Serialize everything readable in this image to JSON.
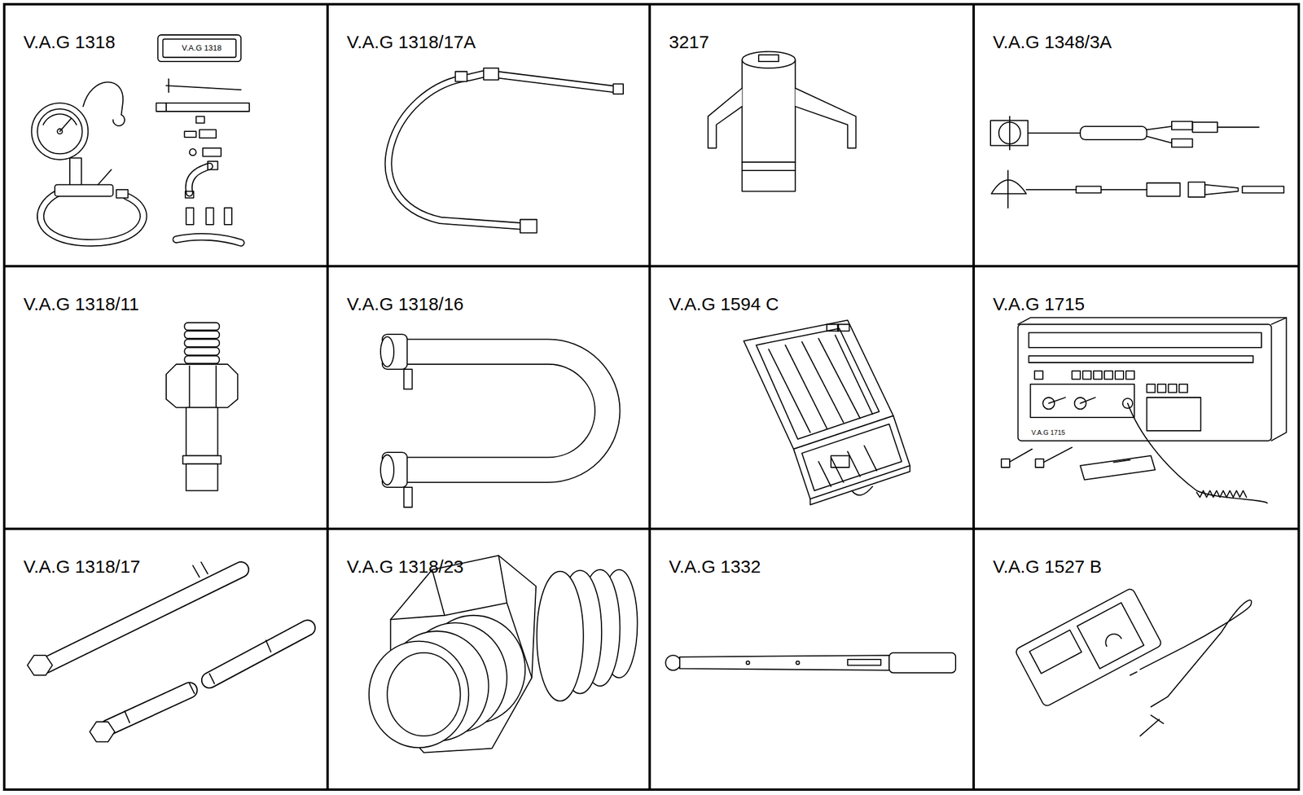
{
  "diagram": {
    "nodes": [
      {
        "text": [
          "V.A.G 1318"
        ]
      },
      {
        "text": [
          "V.A.G 1318/17A"
        ]
      },
      {
        "text": [
          "3217"
        ]
      },
      {
        "text": [
          "V.A.G 1348/3A"
        ]
      },
      {
        "text": [
          "V.A.G 1318/11"
        ]
      },
      {
        "text": [
          "V.A.G 1318/16"
        ]
      },
      {
        "text": [
          "V.A.G 1594 C"
        ]
      },
      {
        "text": [
          "V.A.G 1715"
        ]
      },
      {
        "text": [
          "V.A.G 1318/17"
        ]
      },
      {
        "text": [
          "V.A.G 1318/23"
        ]
      },
      {
        "text": [
          "V.A.G 1332"
        ]
      },
      {
        "text": [
          "V.A.G 1527 B"
        ]
      }
    ],
    "labels": [
      "V.A.G 1318",
      "V.A.G 1715"
    ]
  }
}
